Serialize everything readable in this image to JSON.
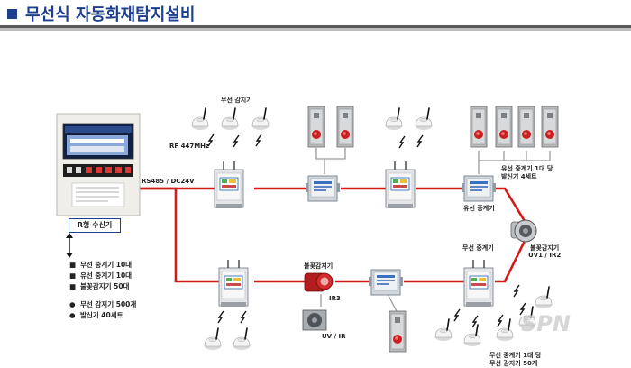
{
  "header": {
    "title": "무선식 자동화재탐지설비"
  },
  "labels": {
    "wireless_detector": "무선 감지기",
    "rf_freq": "RF 447MHz",
    "rs485": "RS485 / DC24V",
    "wired_repeater": "유선 중계기",
    "wired_repeater_note_line1": "유선 중계기 1대 당",
    "wired_repeater_note_line2": "발신기 4세트",
    "wireless_repeater": "무선 중계기",
    "flame_detector": "불꽃감지기",
    "flame_detector_uv_ir_line1": "불꽃감지기",
    "flame_detector_uv_ir_line2": "UV1 / IR2",
    "ir3": "IR3",
    "uv_ir": "UV / IR",
    "wireless_repeater_note_line1": "무선 중계기 1대 당",
    "wireless_repeater_note_line2": "무선 감지기 50개",
    "receiver": "R형 수신기"
  },
  "legend": {
    "items": [
      {
        "bullet": "■",
        "text": "무선 중계기 10대"
      },
      {
        "bullet": "■",
        "text": "유선 중계기 10대"
      },
      {
        "bullet": "■",
        "text": "불꽃감지기 50대"
      },
      {
        "bullet": "●",
        "text": "무선 감지기 500개"
      },
      {
        "bullet": "●",
        "text": "발신기 40세트"
      }
    ]
  },
  "watermark": "SPN",
  "colors": {
    "title": "#1d3f8f",
    "line_red": "#d31a1a",
    "wire_gray": "#9a9a9a",
    "alarm_red": "#cc1f1f"
  }
}
